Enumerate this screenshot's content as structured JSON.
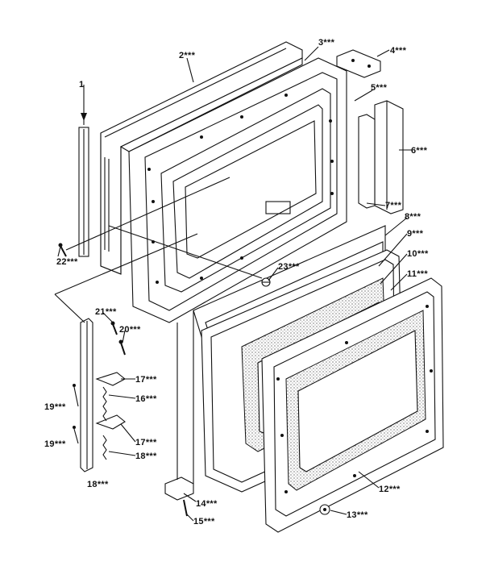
{
  "labels": [
    {
      "id": "1",
      "text": "1"
    },
    {
      "id": "2",
      "text": "2***"
    },
    {
      "id": "3",
      "text": "3***"
    },
    {
      "id": "4",
      "text": "4***"
    },
    {
      "id": "5",
      "text": "5***"
    },
    {
      "id": "6",
      "text": "6***"
    },
    {
      "id": "7",
      "text": "7***"
    },
    {
      "id": "8",
      "text": "8***"
    },
    {
      "id": "9",
      "text": "9***"
    },
    {
      "id": "10",
      "text": "10***"
    },
    {
      "id": "11",
      "text": "11***"
    },
    {
      "id": "12",
      "text": "12***"
    },
    {
      "id": "13",
      "text": "13***"
    },
    {
      "id": "14",
      "text": "14***"
    },
    {
      "id": "15",
      "text": "15***"
    },
    {
      "id": "16",
      "text": "16***"
    },
    {
      "id": "17a",
      "text": "17***"
    },
    {
      "id": "17b",
      "text": "17***"
    },
    {
      "id": "18a",
      "text": "18***"
    },
    {
      "id": "18b",
      "text": "18***"
    },
    {
      "id": "19a",
      "text": "19***"
    },
    {
      "id": "19b",
      "text": "19***"
    },
    {
      "id": "20",
      "text": "20***"
    },
    {
      "id": "21",
      "text": "21***"
    },
    {
      "id": "22",
      "text": "22***"
    },
    {
      "id": "23",
      "text": "23***"
    }
  ]
}
